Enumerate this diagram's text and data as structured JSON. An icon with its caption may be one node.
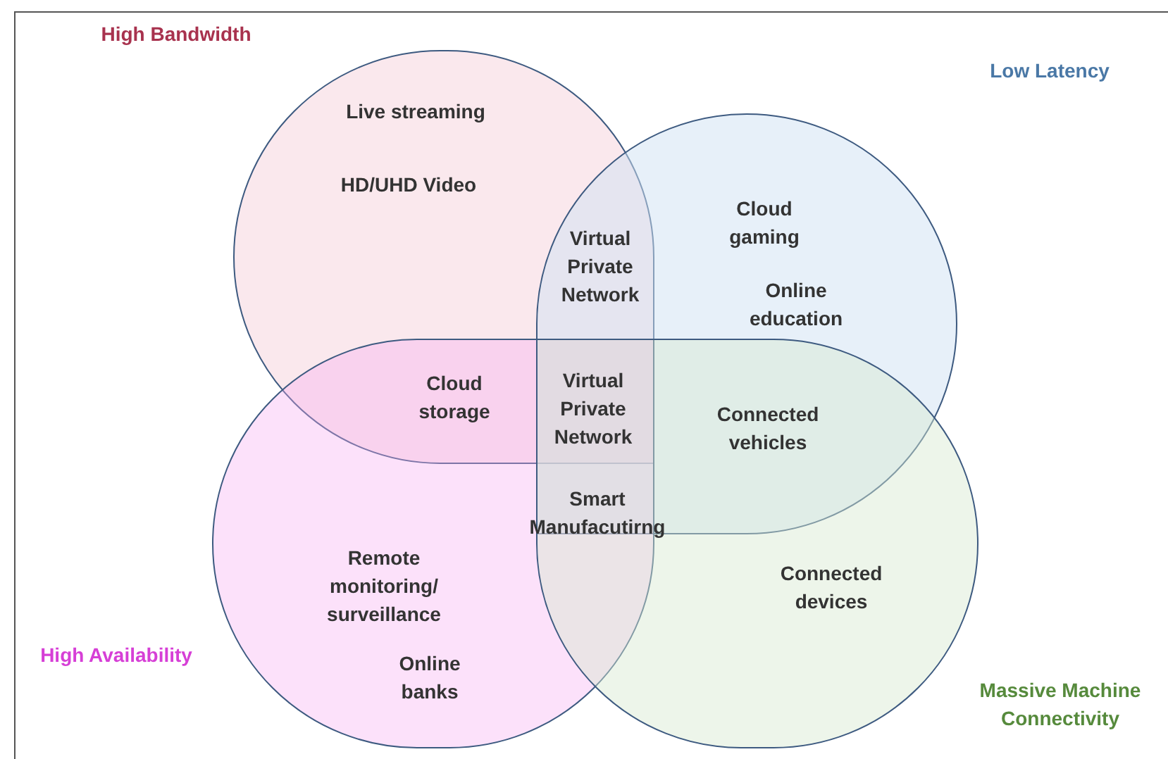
{
  "diagram": {
    "nodes": [
      {
        "text": [
          "High Bandwidth"
        ]
      },
      {
        "text": [
          "Low Latency"
        ]
      },
      {
        "text": [
          "High Availability"
        ]
      },
      {
        "text": [
          "Massive Machine Connectivity"
        ]
      }
    ],
    "labels": [
      "Live streaming",
      "HD/UHD Video",
      "Virtual Private Network",
      "Cloud gaming",
      "Online education",
      "Cloud storage",
      "Virtual Private Network",
      "Connected vehicles",
      "Smart Manufacutirng",
      "Remote monitoring/ surveillance",
      "Online banks",
      "Connected devices"
    ]
  }
}
